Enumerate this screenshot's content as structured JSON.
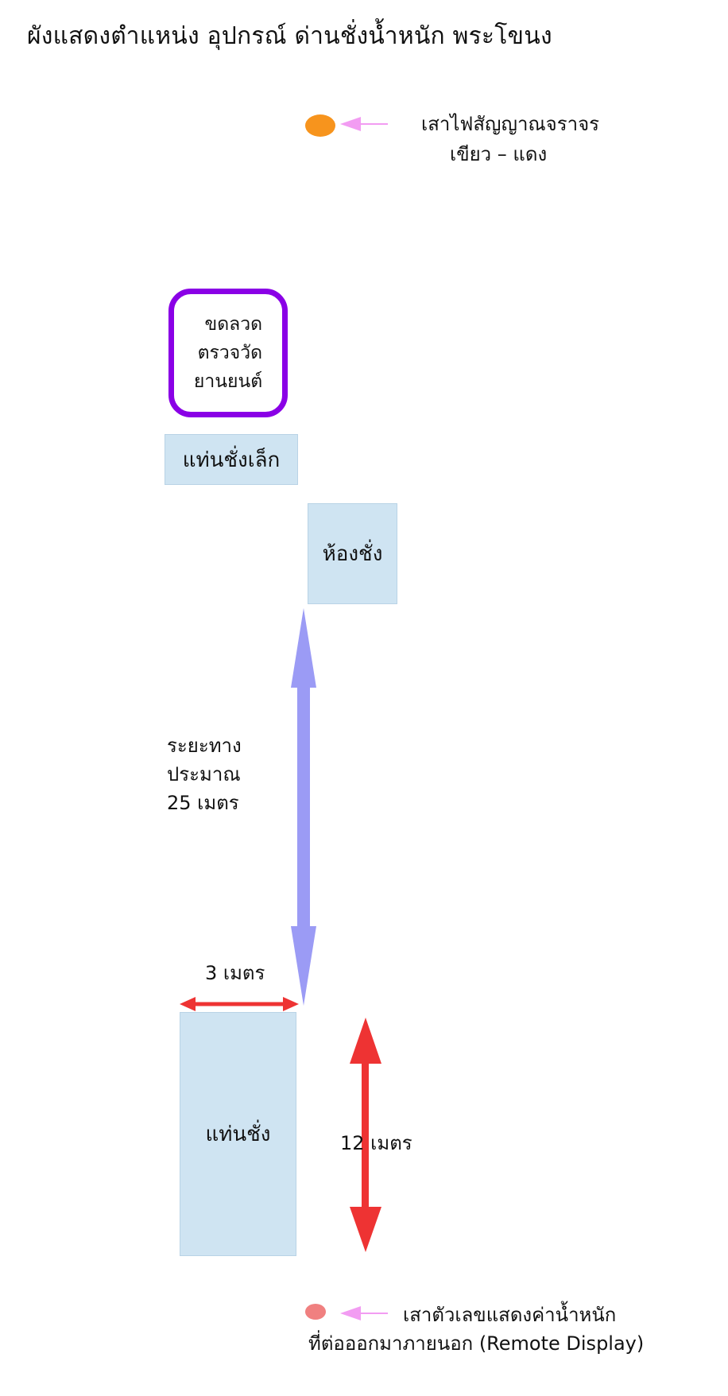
{
  "title": "ผังแสดงตำแหน่ง อุปกรณ์ ด่านชั่งน้ำหนัก พระโขนง",
  "traffic_light": {
    "label_line1": "เสาไฟสัญญาณจราจร",
    "label_line2": "เขียว – แดง",
    "color": "#f7941d"
  },
  "loop_detector": {
    "label": "ขดลวด\nตรวจวัด\nยานยนต์",
    "border_color": "#8a00e6"
  },
  "small_scale": {
    "label": "แท่นชั่งเล็ก"
  },
  "weigh_room": {
    "label": "ห้องชั่ง"
  },
  "distance": {
    "line1": "ระยะทาง",
    "line2": "ประมาณ",
    "line3": "25 เมตร",
    "arrow_color": "#9b9bf5"
  },
  "width_dimension": {
    "label": "3 เมตร",
    "arrow_color": "#ee3333"
  },
  "scale": {
    "label": "แท่นชั่ง",
    "color": "#cfe4f2"
  },
  "length_dimension": {
    "label": "12 เมตร",
    "arrow_color": "#ee3333"
  },
  "remote_display": {
    "label_line1": "เสาตัวเลขแสดงค่าน้ำหนัก",
    "label_line2": "ที่ต่อออกมาภายนอก (Remote Display)",
    "color": "#f08080"
  },
  "pointer_arrow_color": "#f29cf2"
}
